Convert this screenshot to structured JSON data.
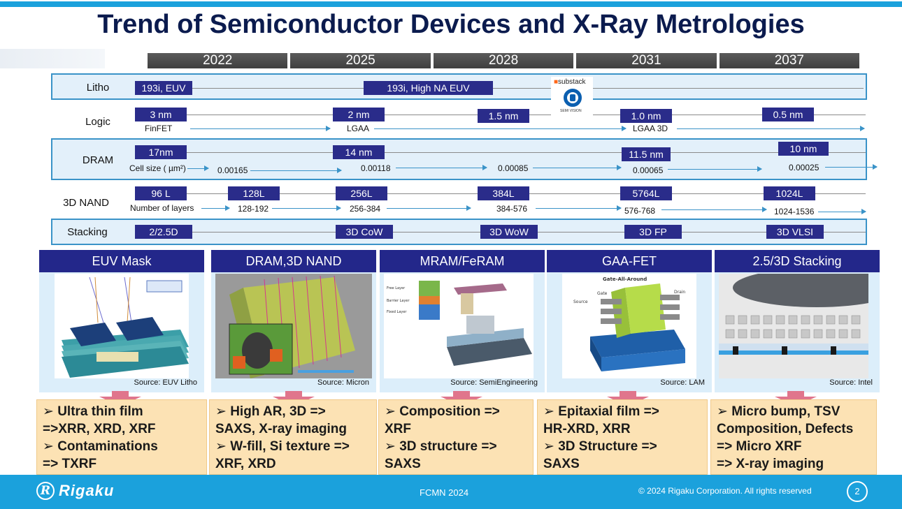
{
  "title": "Trend of Semiconductor Devices and X-Ray Metrologies",
  "years": [
    "2022",
    "2025",
    "2028",
    "2031",
    "2037"
  ],
  "watermark": {
    "text": "substack",
    "caption": "SEMI VISION"
  },
  "rows": {
    "litho": {
      "label": "Litho",
      "nodes": [
        "193i, EUV",
        "193i, High NA EUV"
      ]
    },
    "logic": {
      "label": "Logic",
      "nodes": [
        "3 nm",
        "2 nm",
        "1.5 nm",
        "1.0 nm",
        "0.5 nm"
      ],
      "subs": [
        "FinFET",
        "LGAA",
        "LGAA 3D"
      ]
    },
    "dram": {
      "label": "DRAM",
      "nodes": [
        "17nm",
        "14 nm",
        "11.5 nm",
        "10 nm"
      ],
      "subs": [
        "Cell size ( µm²)",
        "0.00165",
        "0.00118",
        "0.00085",
        "0.00065",
        "0.00025"
      ]
    },
    "nand": {
      "label": "3D NAND",
      "nodes": [
        "96 L",
        "128L",
        "256L",
        "384L",
        "5764L",
        "1024L"
      ],
      "subs": [
        "Number of layers",
        "128-192",
        "256-384",
        "384-576",
        "576-768",
        "1024-1536"
      ]
    },
    "stacking": {
      "label": "Stacking",
      "nodes": [
        "2/2.5D",
        "3D CoW",
        "3D WoW",
        "3D FP",
        "3D VLSI"
      ]
    }
  },
  "panels": [
    {
      "title": "EUV Mask",
      "source": "Source: EUV Litho"
    },
    {
      "title": "DRAM,3D NAND",
      "source": "Source: Micron"
    },
    {
      "title": "MRAM/FeRAM",
      "source": "Source: SemiEngineering"
    },
    {
      "title": "GAA-FET",
      "source": "Source: LAM"
    },
    {
      "title": "2.5/3D Stacking",
      "source": "Source: Intel"
    }
  ],
  "notes": [
    [
      "➢ Ultra thin film",
      "  =>XRR, XRD, XRF",
      "➢ Contaminations",
      "  => TXRF"
    ],
    [
      "➢ High AR, 3D     =>",
      "   SAXS, X-ray imaging",
      "➢ W-fill, Si texture =>",
      "   XRF, XRD"
    ],
    [
      "➢ Composition     =>",
      "   XRF",
      "➢ 3D structure        =>",
      "   SAXS"
    ],
    [
      "➢ Epitaxial film      =>",
      "   HR-XRD, XRR",
      "➢ 3D Structure        =>",
      "   SAXS"
    ],
    [
      "➢ Micro bump, TSV",
      "Composition, Defects",
      "    => Micro XRF",
      "    => X-ray imaging"
    ]
  ],
  "footer": {
    "brand": "Rigaku",
    "brand_mark": "R",
    "event": "FCMN 2024",
    "copyright": "© 2024 Rigaku Corporation. All rights reserved",
    "page": "2"
  }
}
